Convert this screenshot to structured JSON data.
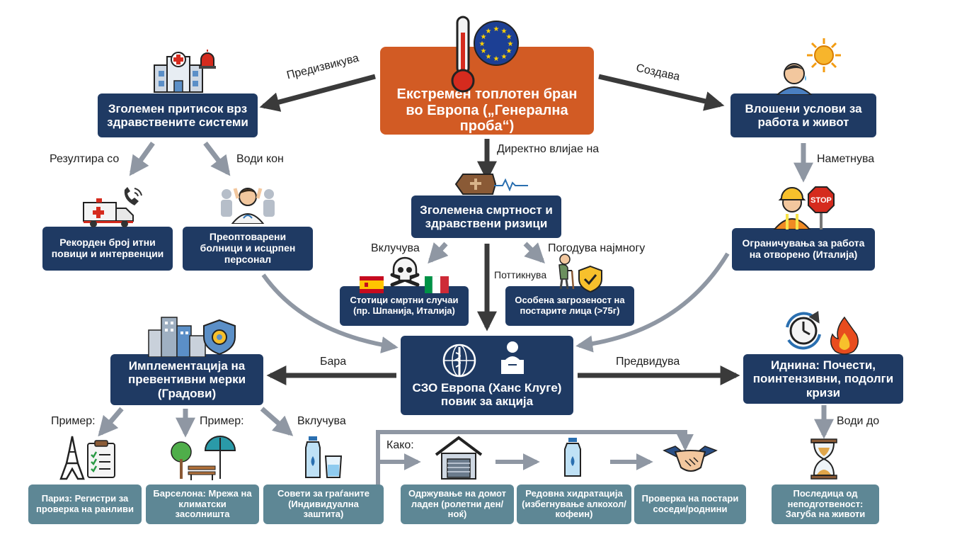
{
  "nodes": {
    "center_top": "Екстремен топлотен бран во Европа („Генерална проба“)",
    "health_pressure": "Зголемен притисок врз здравствените системи",
    "work_conditions": "Влошени услови за работа и живот",
    "mortality": "Зголемена смртност и здравствени ризици",
    "emergency_calls": "Рекорден број итни повици и интервенции",
    "overloaded_hospitals": "Преоптоварени болници и исцрпен персонал",
    "deaths": "Стотици смртни случаи (пр. Шпанија, Италија)",
    "elderly": "Особена загрозеност на постарите лица (>75г)",
    "outdoor_limits": "Ограничувања за работа на отворено (Италија)",
    "who_call": "СЗО Европа (Ханс Клуге) повик за акција",
    "preventive": "Имплементација на превентивни мерки (Градови)",
    "future": "Иднина: Почести, поинтензивни, подолги кризи",
    "paris": "Париз: Регистри за проверка на ранливи",
    "barcelona": "Барселона: Мрежа на климатски засолништа",
    "citizen_advice": "Совети за граѓаните (Индивидуална заштита)",
    "cool_home": "Одржување на домот ладен (ролетни ден/ноќ)",
    "hydration": "Редовна хидратација (избегнување алкохол/кофеин)",
    "check_elderly": "Проверка на постари соседи/роднини",
    "consequence": "Последица од неподготвеност: Загуба на животи"
  },
  "edges": {
    "provoked": "Предизвикува",
    "creates": "Создава",
    "directly_affects": "Директно влијае на",
    "results_in": "Резултира со",
    "leads_to_1": "Води кон",
    "imposes": "Наметнува",
    "includes_1": "Вклучува",
    "affects_most": "Погодува најмногу",
    "prompted": "Поттикнува",
    "demands": "Бара",
    "predicts": "Предвидува",
    "example_1": "Пример:",
    "example_2": "Пример:",
    "includes_2": "Вклучува",
    "how": "Како:",
    "leads_to_2": "Води до"
  },
  "icons": {
    "thermometer": "thermometer-icon",
    "eu_flag": "eu-flag-icon",
    "hospital": "hospital-icon",
    "alarm": "alarm-icon",
    "sweating_person": "sweating-person-icon",
    "sun": "sun-icon",
    "coffin": "coffin-icon",
    "pulse": "pulse-icon",
    "ambulance": "ambulance-icon",
    "phone": "phone-icon",
    "stressed_doctor": "stressed-doctor-icon",
    "spain_flag": "spain-flag-icon",
    "skull": "skull-icon",
    "italy_flag": "italy-flag-icon",
    "elderly_person": "elderly-person-icon",
    "shield": "shield-icon",
    "worker": "worker-icon",
    "stop_sign": "stop-sign-icon",
    "city": "city-icon",
    "gear_shield": "gear-shield-icon",
    "who_logo": "who-logo-icon",
    "speaker": "speaker-icon",
    "clock": "clock-icon",
    "fire": "fire-icon",
    "eiffel": "eiffel-tower-icon",
    "clipboard": "clipboard-icon",
    "park": "park-tree-bench-icon",
    "umbrella": "umbrella-icon",
    "water_bottle": "water-bottle-icon",
    "house": "house-icon",
    "bottle_small": "water-bottle-icon",
    "handshake": "handshake-icon",
    "hourglass": "hourglass-icon"
  },
  "colors": {
    "navy": "#1f3a63",
    "teal": "#5e8795",
    "orange": "#d25b24",
    "dark_arrow": "#3a3a3a",
    "light_arrow": "#8f97a3"
  }
}
